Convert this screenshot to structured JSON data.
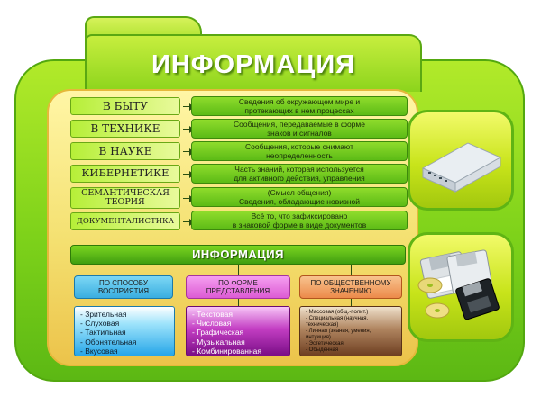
{
  "title": "ИНФОРМАЦИЯ",
  "rows": [
    {
      "category": [
        "В БЫТУ"
      ],
      "definition": [
        "Сведения об окружающем мире и",
        "протекающих в нем процессах"
      ]
    },
    {
      "category": [
        "В ТЕХНИКЕ"
      ],
      "definition": [
        "Сообщения, передаваемые в форме",
        "знаков и сигналов"
      ]
    },
    {
      "category": [
        "В НАУКЕ"
      ],
      "definition": [
        "Сообщения, которые снимают",
        "неопределенность"
      ]
    },
    {
      "category": [
        "КИБЕРНЕТИКЕ"
      ],
      "definition": [
        "Часть знаний, которая используется",
        "для активного действия, управления"
      ]
    },
    {
      "category": [
        "СЕМАНТИЧЕСКАЯ",
        "ТЕОРИЯ"
      ],
      "definition": [
        "(Смысл общения)",
        "Сведения, обладающие новизной"
      ]
    },
    {
      "category": [
        "ДОКУМЕНТАЛИСТИКА"
      ],
      "definition": [
        "Всё то, что зафиксировано",
        "в знаковой форме в виде документов"
      ]
    }
  ],
  "info_bar": "ИНФОРМАЦИЯ",
  "groups": [
    {
      "heading": [
        "ПО СПОСОБУ",
        "ВОСПРИЯТИЯ"
      ],
      "items": [
        "- Зрительная",
        "- Слуховая",
        "- Тактильная",
        "- Обонятельная",
        "- Вкусовая"
      ]
    },
    {
      "heading": [
        "ПО ФОРМЕ",
        "ПРЕДСТАВЛЕНИЯ"
      ],
      "items": [
        "- Текстовая",
        "- Числовая",
        "- Графическая",
        "- Музыкальная",
        "- Комбинированная"
      ]
    },
    {
      "heading": [
        "ПО ОБЩЕСТВЕННОМУ",
        "ЗНАЧЕНИЮ"
      ],
      "items": [
        "- Массовая (общ.-полит.)",
        "- Специальная (научная,",
        "техническая)",
        "- Личная (знания, умения,",
        "интуиция)",
        "- Эстетическая",
        "- Обыденная"
      ]
    }
  ],
  "images": {
    "top": "network-switch-icon",
    "bottom": "floppy-disks-and-cds-icon"
  },
  "colors": {
    "frame": "#7ed21a",
    "panel": "#f4e070",
    "bar": "#5cbb16",
    "blue": "#3aaee0",
    "pink": "#dd5bd4",
    "orange": "#ec8a4a"
  }
}
